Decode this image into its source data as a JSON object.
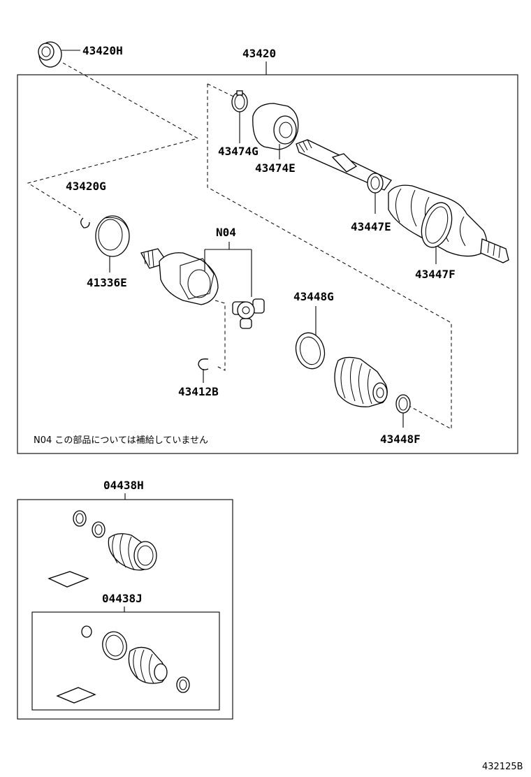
{
  "labels": {
    "p43420H": "43420H",
    "p43420": "43420",
    "p43474G": "43474G",
    "p43474E": "43474E",
    "p43420G": "43420G",
    "p41336E": "41336E",
    "n04": "N04",
    "p43447E": "43447E",
    "p43447F": "43447F",
    "p43448G": "43448G",
    "p43412B": "43412B",
    "p43448F": "43448F",
    "p04438H": "04438H",
    "p04438J": "04438J"
  },
  "note": "N04 この部品については補給していません",
  "diagram_code": "432125B"
}
